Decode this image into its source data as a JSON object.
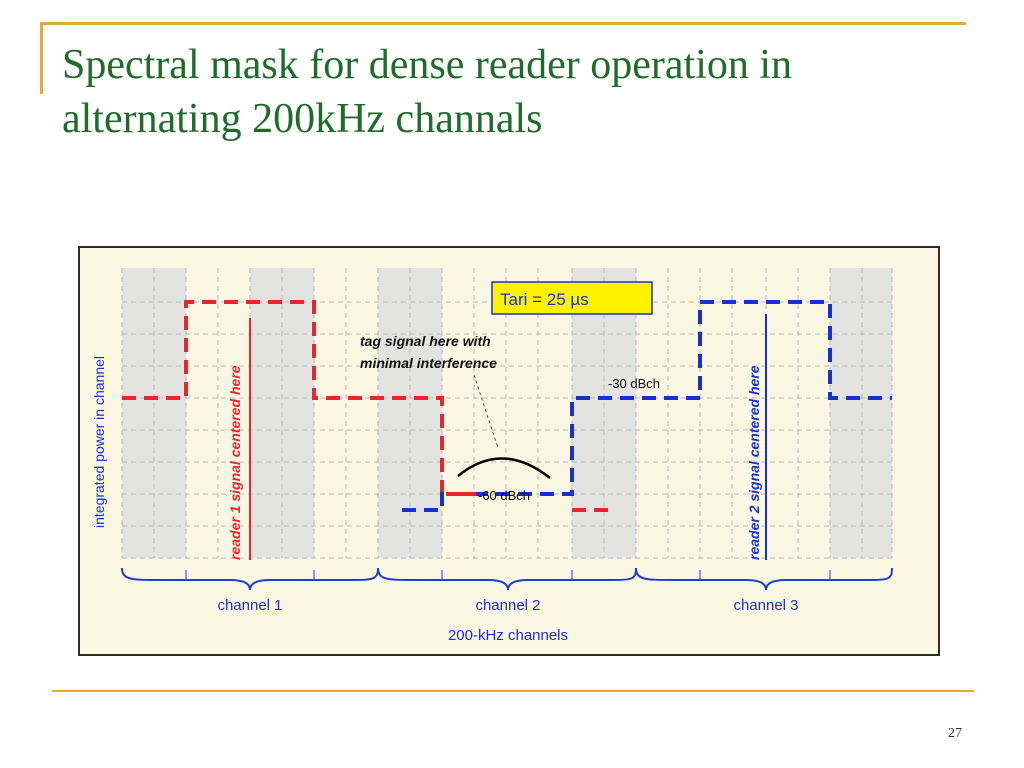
{
  "slide": {
    "title_line1": "Spectral mask for dense reader operation in",
    "title_line2": "alternating 200kHz channals",
    "page_number": "27"
  },
  "diagram": {
    "y_axis_label": "integrated power in channel",
    "tari_label": "Tari = 25 µs",
    "tag_note_line1": "tag signal here with",
    "tag_note_line2": "minimal interference",
    "level_minus30": "-30 dBch",
    "level_minus60": "-60 dBch",
    "reader1_label": "reader 1 signal centered here",
    "reader2_label": "reader 2 signal centered here",
    "channel1": "channel 1",
    "channel2": "channel 2",
    "channel3": "channel 3",
    "x_axis_label": "200-kHz channels",
    "colors": {
      "reader1": "#e8262b",
      "reader2": "#1730d6",
      "tari_box": "#fff200",
      "brace": "#1c3fd0",
      "background": "#fbf7e3"
    }
  }
}
